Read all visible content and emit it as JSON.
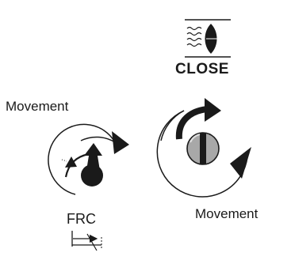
{
  "labels": {
    "close": "CLOSE",
    "movement_left": "Movement",
    "movement_right": "Movement",
    "frc": "FRC"
  },
  "icons": [
    "lens-close-icon",
    "frc-rotation-knob-icon",
    "close-rotation-knob-icon",
    "frc-range-icon"
  ],
  "colors": {
    "ink": "#1a1a1a",
    "knob_fill": "#a8a8a8",
    "background": "#ffffff"
  }
}
